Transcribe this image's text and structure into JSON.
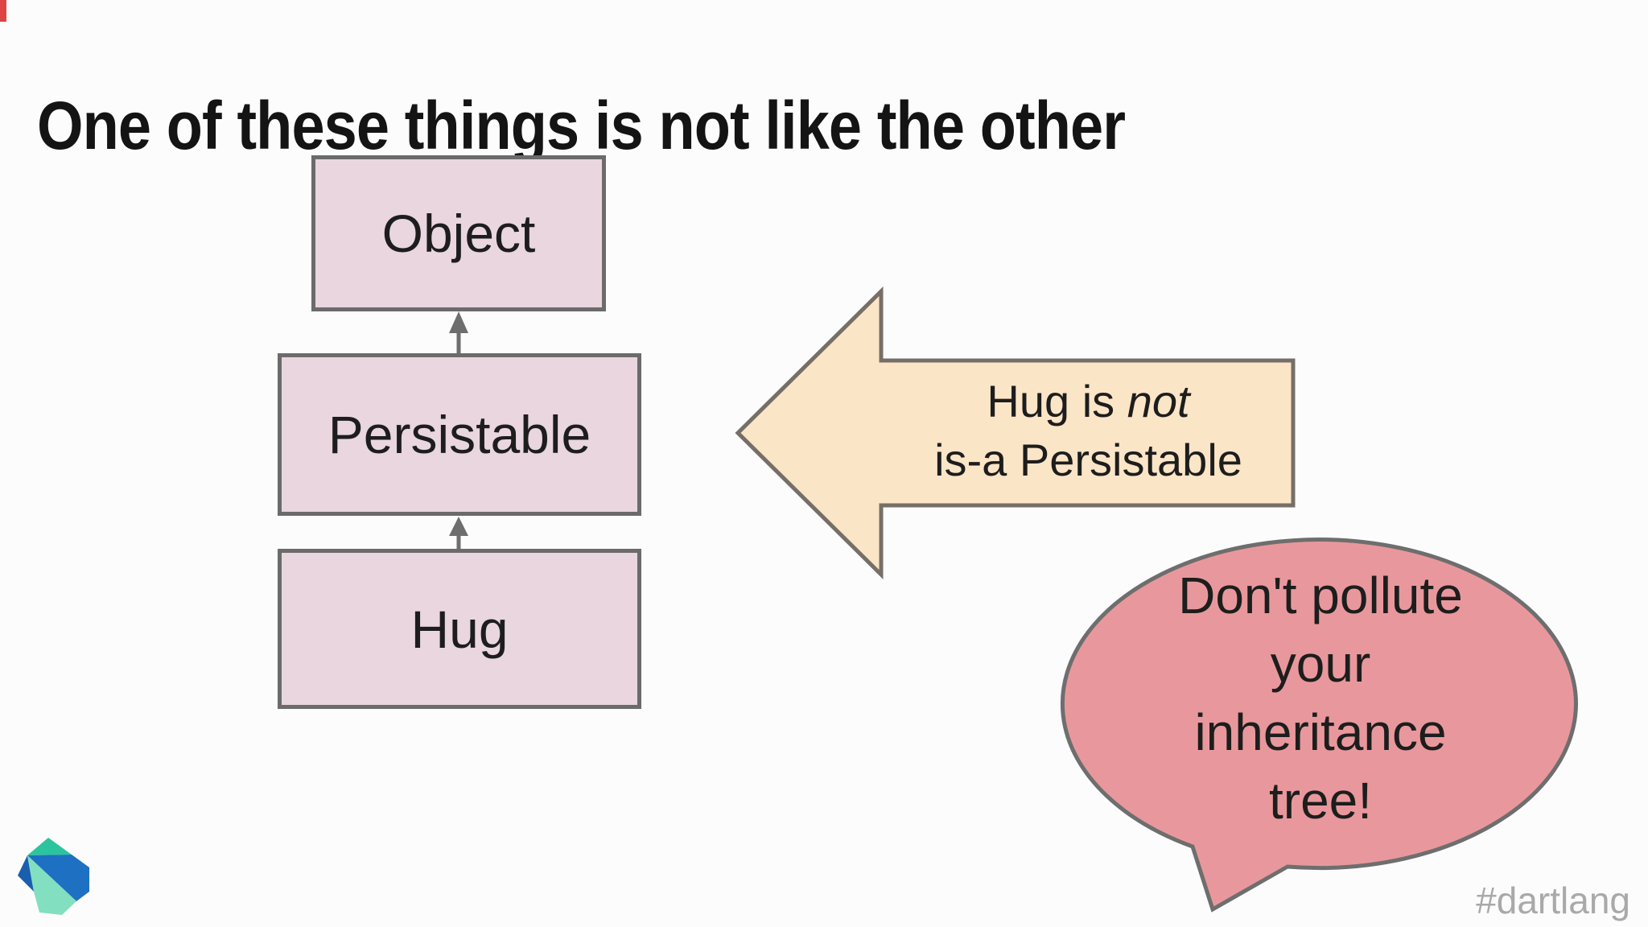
{
  "slide": {
    "title": "One of these things is not like the other",
    "hashtag": "#dartlang"
  },
  "diagram": {
    "boxes": [
      {
        "label": "Object"
      },
      {
        "label": "Persistable"
      },
      {
        "label": "Hug"
      }
    ]
  },
  "callout": {
    "line1_prefix": "Hug is ",
    "line1_emphasis": "not",
    "line2": "is-a Persistable"
  },
  "bubble": {
    "lines": [
      "Don't pollute",
      "your",
      "inheritance",
      "tree!"
    ]
  },
  "icons": {
    "logo": "dart-logo"
  },
  "colors": {
    "bg": "#fcfcfc",
    "title": "#141414",
    "text": "#1d1d1d",
    "muted": "#a9a9a9",
    "line": "#6e6e6e",
    "marker": "#dc4543",
    "box_fill": "#e9d6df",
    "box_border": "#6b6b6b",
    "callout_fill": "#fbe5c7",
    "callout_border": "#756f67",
    "bubble_fill": "#e8989c",
    "bubble_border": "#6e6e6e",
    "dart_teal": "#2cc49e",
    "dart_blue": "#1e70c2",
    "dart_blue_dark": "#1a5fae",
    "dart_green_light": "#82dfc0"
  }
}
